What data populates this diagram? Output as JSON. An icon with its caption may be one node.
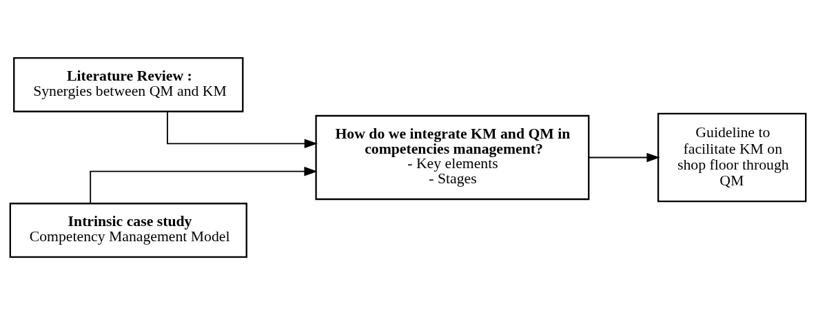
{
  "diagram": {
    "nodes": [
      {
        "text": [
          "Literature Review :",
          "Synergies between QM and KM"
        ]
      },
      {
        "text": [
          "How do we integrate KM and QM in competencies management?",
          "- Key elements",
          "- Stages"
        ]
      },
      {
        "text": [
          "Guideline to facilitate KM on shop floor through QM"
        ]
      },
      {
        "text": [
          "Intrinsic case study",
          "Competency Management Model"
        ]
      }
    ],
    "edges": [
      {
        "from": 0,
        "to": 1,
        "arrow": "to"
      },
      {
        "from": 3,
        "to": 1,
        "arrow": "to"
      },
      {
        "from": 1,
        "to": 2,
        "arrow": "to"
      }
    ]
  }
}
